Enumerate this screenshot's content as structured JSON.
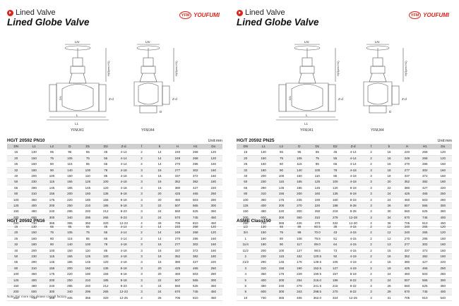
{
  "pages": [
    {
      "id": "left",
      "category": "Lined Valve",
      "title": "Lined Globe Valve",
      "logo_mark": "YFM",
      "logo_text": "YOUFUMI",
      "drawing": {
        "labels": {
          "do": "D0",
          "h": "H(Open H1)",
          "dn": "DN",
          "l": "L",
          "l1": "L1",
          "zd": "Z-d",
          "d": "D"
        },
        "caption_left": "YFMJ41",
        "caption_right": "YFMJ44"
      },
      "tables": [
        {
          "standard": "HG/T 20592  PN10",
          "unit": "Unit:mm",
          "headers": [
            "DN",
            "L1",
            "L2",
            "D",
            "D1",
            "D2",
            "Z-d",
            "f",
            "b",
            "H",
            "H1",
            "Do"
          ],
          "rows": [
            [
              "15",
              "130",
              "95",
              "95",
              "65",
              "45",
              "4-14",
              "2",
              "14",
              "240",
              "268",
              "120"
            ],
            [
              "20",
              "150",
              "75",
              "105",
              "75",
              "55",
              "4-14",
              "2",
              "14",
              "249",
              "268",
              "120"
            ],
            [
              "25",
              "160",
              "80",
              "115",
              "85",
              "65",
              "4-14",
              "2",
              "14",
              "270",
              "286",
              "160"
            ],
            [
              "32",
              "180",
              "90",
              "140",
              "100",
              "78",
              "4-18",
              "3",
              "16",
              "277",
              "302",
              "160"
            ],
            [
              "40",
              "200",
              "100",
              "150",
              "110",
              "85",
              "4-18",
              "3",
              "16",
              "337",
              "372",
              "160"
            ],
            [
              "50",
              "230",
              "115",
              "165",
              "125",
              "100",
              "4-18",
              "3",
              "16",
              "352",
              "382",
              "180"
            ],
            [
              "65",
              "290",
              "145",
              "185",
              "145",
              "120",
              "4-18",
              "3",
              "16",
              "380",
              "427",
              "220"
            ],
            [
              "80",
              "310",
              "155",
              "200",
              "160",
              "135",
              "8-18",
              "3",
              "20",
              "425",
              "465",
              "250"
            ],
            [
              "100",
              "350",
              "175",
              "220",
              "180",
              "155",
              "8-18",
              "3",
              "20",
              "460",
              "503",
              "280"
            ],
            [
              "125",
              "400",
              "200",
              "250",
              "210",
              "185",
              "8-18",
              "3",
              "22",
              "507",
              "565",
              "300"
            ],
            [
              "150",
              "480",
              "240",
              "285",
              "240",
              "212",
              "8-23",
              "3",
              "24",
              "560",
              "625",
              "360"
            ],
            [
              "200",
              "600",
              "300",
              "340",
              "295",
              "265",
              "8-23",
              "3",
              "24",
              "670",
              "745",
              "450"
            ],
            [
              "250",
              "730",
              "365",
              "395",
              "350",
              "320",
              "12-23",
              "4",
              "26",
              "705",
              "810",
              "450"
            ]
          ]
        },
        {
          "standard": "HG/T 20592  PN16",
          "unit": "",
          "headers": [],
          "rows": [
            [
              "15",
              "130",
              "65",
              "95",
              "65",
              "45",
              "4-14",
              "2",
              "14",
              "240",
              "268",
              "120"
            ],
            [
              "20",
              "150",
              "75",
              "105",
              "75",
              "55",
              "4-14",
              "2",
              "14",
              "249",
              "268",
              "120"
            ],
            [
              "25",
              "160",
              "80",
              "115",
              "85",
              "65",
              "4-14",
              "2",
              "14",
              "270",
              "286",
              "160"
            ],
            [
              "32",
              "180",
              "90",
              "140",
              "100",
              "78",
              "4-18",
              "3",
              "16",
              "277",
              "302",
              "160"
            ],
            [
              "40",
              "200",
              "100",
              "150",
              "110",
              "85",
              "4-18",
              "3",
              "16",
              "337",
              "372",
              "160"
            ],
            [
              "50",
              "230",
              "115",
              "165",
              "125",
              "100",
              "4-18",
              "3",
              "16",
              "352",
              "382",
              "180"
            ],
            [
              "65",
              "290",
              "145",
              "185",
              "145",
              "120",
              "4-18",
              "3",
              "16",
              "380",
              "427",
              "220"
            ],
            [
              "80",
              "310",
              "155",
              "200",
              "160",
              "135",
              "8-18",
              "3",
              "20",
              "425",
              "465",
              "250"
            ],
            [
              "100",
              "350",
              "175",
              "220",
              "180",
              "155",
              "8-18",
              "3",
              "20",
              "460",
              "503",
              "280"
            ],
            [
              "125",
              "400",
              "200",
              "250",
              "210",
              "185",
              "8-18",
              "3",
              "22",
              "507",
              "565",
              "300"
            ],
            [
              "150",
              "480",
              "240",
              "285",
              "240",
              "212",
              "8-23",
              "3",
              "24",
              "560",
              "625",
              "360"
            ],
            [
              "200",
              "600",
              "300",
              "340",
              "295",
              "265",
              "12-23",
              "3",
              "24",
              "670",
              "745",
              "450"
            ],
            [
              "250",
              "730",
              "365",
              "405",
              "355",
              "320",
              "12-25",
              "4",
              "26",
              "705",
              "810",
              "450"
            ]
          ]
        }
      ],
      "note": "Note: For more size please consult factory."
    },
    {
      "id": "right",
      "category": "Lined Valve",
      "title": "Lined Globe Valve",
      "logo_mark": "YFM",
      "logo_text": "YOUFUMI",
      "drawing": {
        "labels": {
          "do": "D0",
          "h": "H(Open H1)",
          "dn": "DN",
          "l": "L",
          "l1": "L1",
          "zd": "Z-d",
          "d": "D"
        },
        "caption_left": "YFMJ41",
        "caption_right": "YFMJ44"
      },
      "tables": [
        {
          "standard": "HG/T 20592  PN25",
          "unit": "Unit:mm",
          "headers": [
            "DN",
            "L1",
            "L2",
            "D",
            "D1",
            "D2",
            "Z-d",
            "f",
            "b",
            "H",
            "H1",
            "Do"
          ],
          "rows": [
            [
              "15",
              "130",
              "65",
              "95",
              "65",
              "45",
              "4-14",
              "2",
              "16",
              "240",
              "268",
              "120"
            ],
            [
              "20",
              "150",
              "75",
              "105",
              "75",
              "55",
              "4-14",
              "2",
              "16",
              "249",
              "268",
              "120"
            ],
            [
              "25",
              "160",
              "80",
              "115",
              "85",
              "65",
              "4-14",
              "2",
              "16",
              "270",
              "286",
              "160"
            ],
            [
              "32",
              "180",
              "90",
              "140",
              "100",
              "78",
              "4-18",
              "3",
              "18",
              "277",
              "302",
              "160"
            ],
            [
              "40",
              "200",
              "100",
              "150",
              "110",
              "85",
              "4-18",
              "3",
              "18",
              "337",
              "372",
              "160"
            ],
            [
              "50",
              "230",
              "115",
              "165",
              "125",
              "100",
              "4-18",
              "3",
              "20",
              "352",
              "382",
              "180"
            ],
            [
              "65",
              "290",
              "145",
              "185",
              "145",
              "120",
              "8-18",
              "3",
              "22",
              "380",
              "427",
              "220"
            ],
            [
              "80",
              "310",
              "155",
              "200",
              "160",
              "135",
              "8-18",
              "3",
              "24",
              "425",
              "465",
              "250"
            ],
            [
              "100",
              "350",
              "175",
              "235",
              "190",
              "160",
              "8-23",
              "3",
              "24",
              "460",
              "503",
              "280"
            ],
            [
              "125",
              "400",
              "200",
              "270",
              "220",
              "188",
              "8-28",
              "3",
              "26",
              "507",
              "565",
              "300"
            ],
            [
              "150",
              "480",
              "240",
              "300",
              "250",
              "218",
              "8-28",
              "3",
              "30",
              "560",
              "625",
              "360"
            ],
            [
              "200",
              "600",
              "300",
              "360",
              "310",
              "278",
              "12-28",
              "3",
              "34",
              "670",
              "745",
              "400"
            ],
            [
              "250",
              "730",
              "365",
              "425",
              "370",
              "332",
              "12-30",
              "4",
              "36",
              "705",
              "810",
              "450"
            ]
          ]
        },
        {
          "standard": "ASME Class150",
          "unit": "",
          "headers": [],
          "rows": [
            [
              "1/2",
              "130",
              "65",
              "89",
              "60.5",
              "35",
              "4-15",
              "2",
              "12",
              "240",
              "265",
              "120"
            ],
            [
              "3/4",
              "150",
              "75",
              "99",
              "70.0",
              "43",
              "4-15",
              "2",
              "12",
              "240",
              "265",
              "120"
            ],
            [
              "1",
              "160",
              "80",
              "108",
              "79.5",
              "51",
              "4-15",
              "2",
              "12",
              "270",
              "295",
              "160"
            ],
            [
              "11/4",
              "180",
              "90",
              "117",
              "89.0",
              "64",
              "4-15",
              "2",
              "13",
              "277",
              "302",
              "160"
            ],
            [
              "11/2",
              "200",
              "100",
              "127",
              "98.5",
              "73",
              "4-15",
              "2",
              "15",
              "337",
              "372",
              "160"
            ],
            [
              "2",
              "230",
              "115",
              "152",
              "120.5",
              "92",
              "4-19",
              "2",
              "16",
              "352",
              "382",
              "180"
            ],
            [
              "21/2",
              "290",
              "145",
              "178",
              "139.5",
              "105",
              "4-19",
              "2",
              "18",
              "380",
              "427",
              "220"
            ],
            [
              "3",
              "310",
              "155",
              "190",
              "152.5",
              "127",
              "4-19",
              "2",
              "19",
              "425",
              "465",
              "250"
            ],
            [
              "4",
              "350",
              "175",
              "229",
              "190.5",
              "157",
              "8-19",
              "2",
              "24",
              "460",
              "503",
              "280"
            ],
            [
              "5",
              "400",
              "200",
              "254",
              "216.0",
              "186",
              "8-22",
              "3",
              "24",
              "507",
              "565",
              "300"
            ],
            [
              "6",
              "480",
              "240",
              "279",
              "241.5",
              "216",
              "8-22",
              "3",
              "26",
              "560",
              "625",
              "360"
            ],
            [
              "8",
              "600",
              "300",
              "343",
              "298.5",
              "270",
              "8-22",
              "3",
              "29",
              "670",
              "745",
              "400"
            ],
            [
              "10",
              "730",
              "365",
              "406",
              "362.0",
              "324",
              "12-25",
              "3",
              "31",
              "705",
              "810",
              "540"
            ]
          ]
        }
      ],
      "note": ""
    }
  ]
}
